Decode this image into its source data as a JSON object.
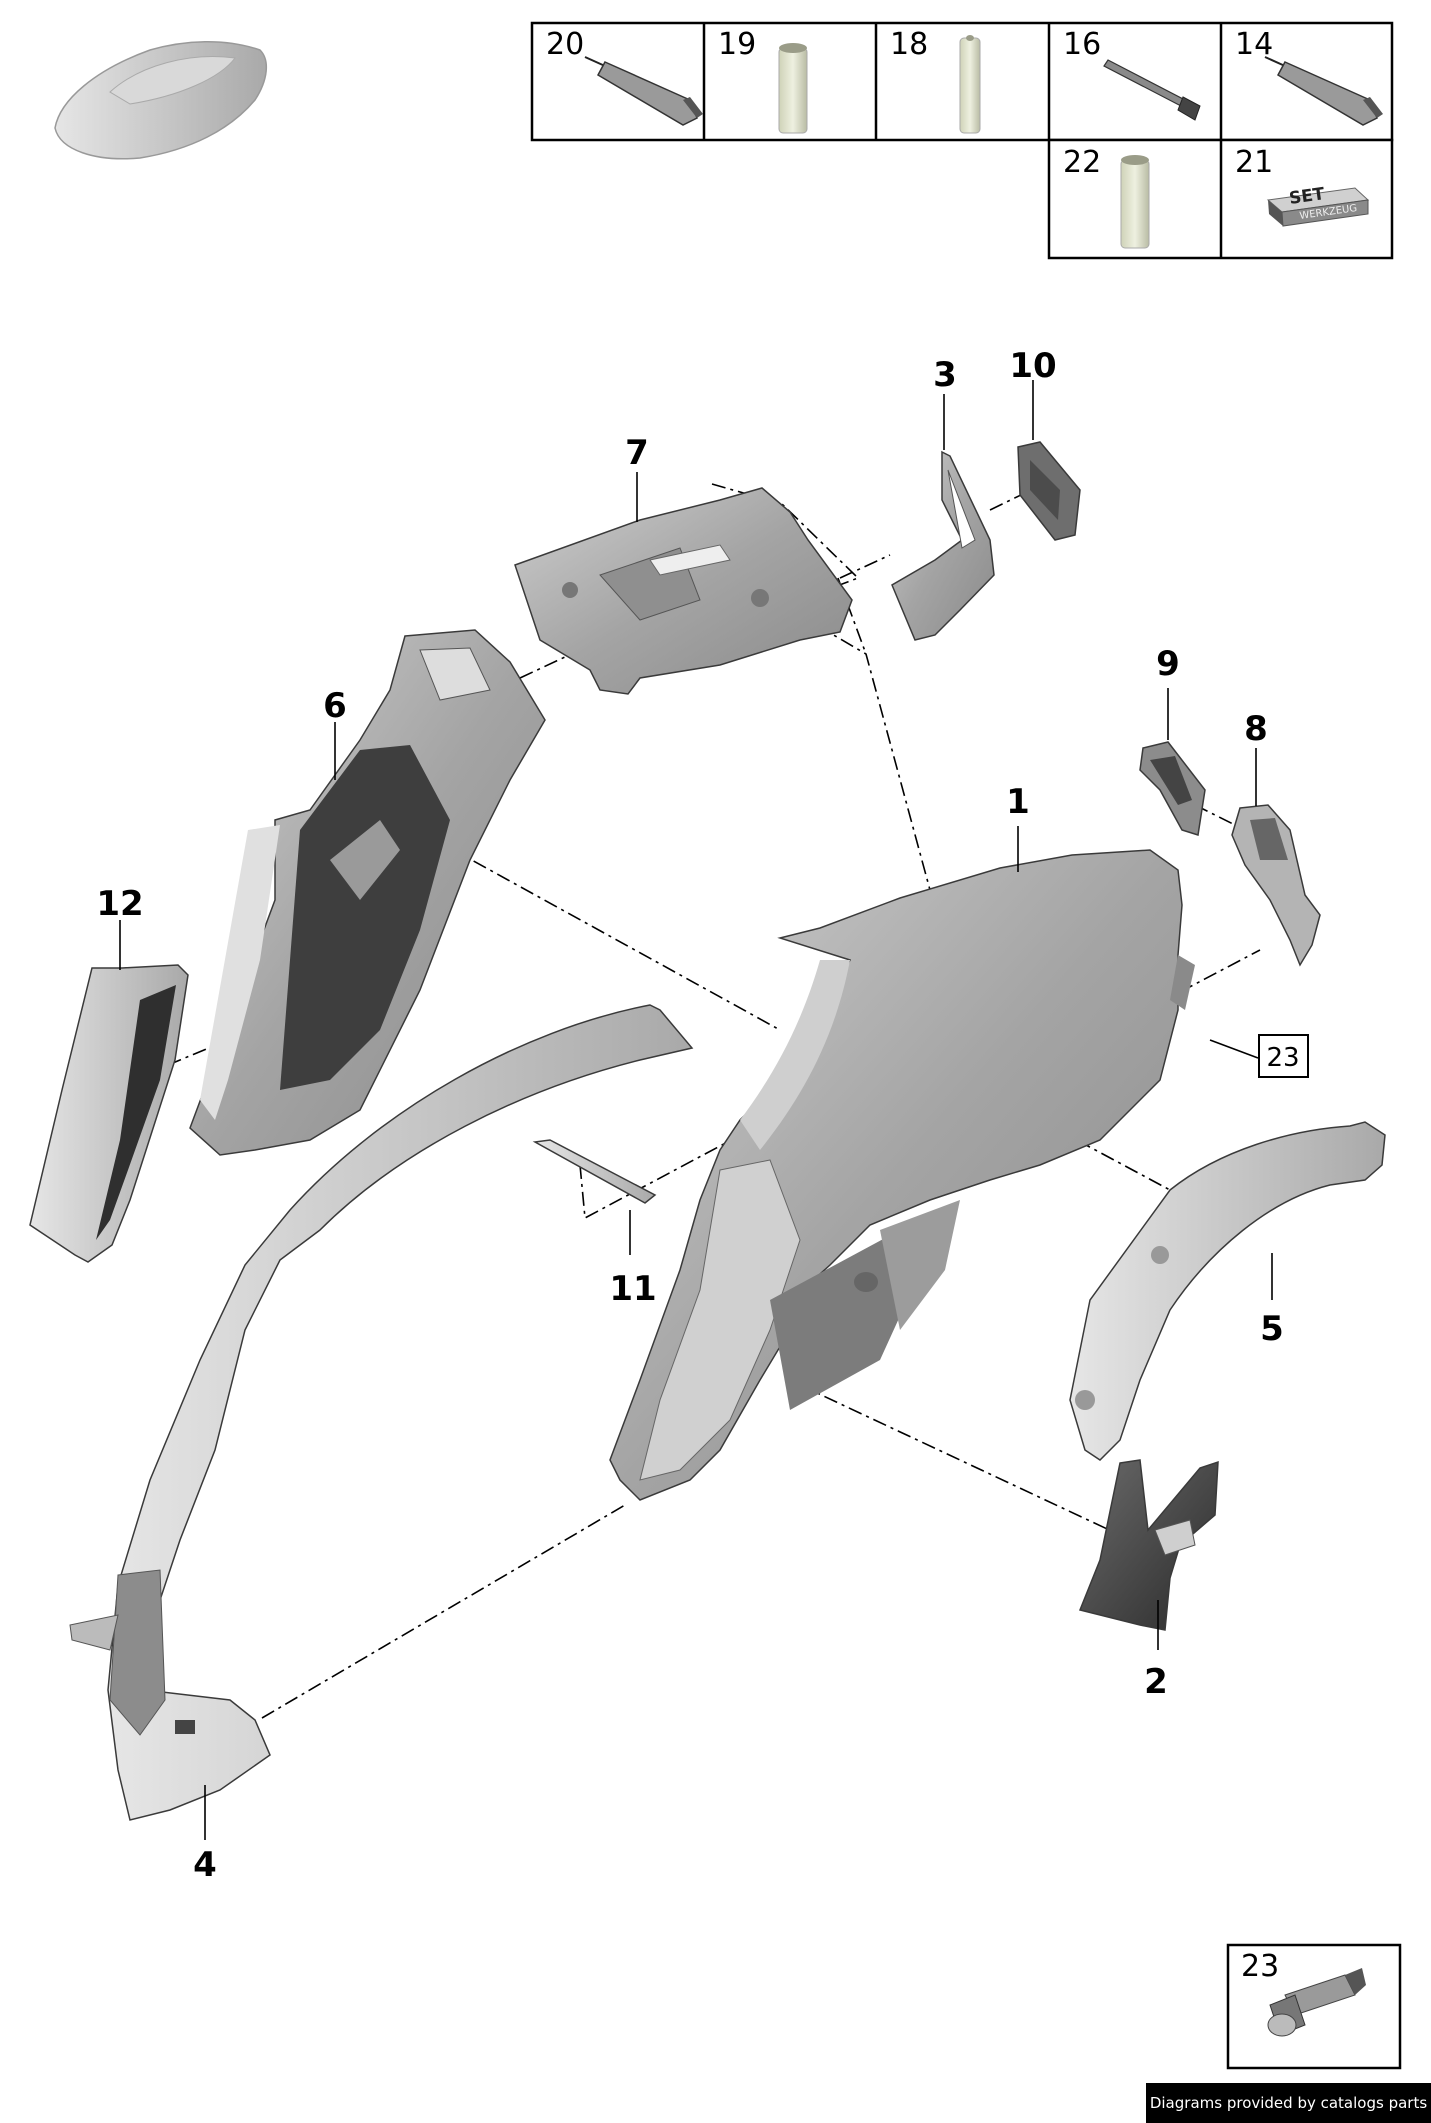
{
  "legend": {
    "row1": [
      "20",
      "19",
      "18",
      "16",
      "14"
    ],
    "row2": [
      "22",
      "21"
    ],
    "set_box_text": [
      "SET",
      "WERKZEUG"
    ]
  },
  "callouts": {
    "c1": "1",
    "c2": "2",
    "c3": "3",
    "c4": "4",
    "c5": "5",
    "c6": "6",
    "c7": "7",
    "c8": "8",
    "c9": "9",
    "c10": "10",
    "c11": "11",
    "c12": "12",
    "c23": "23"
  },
  "detail_box": {
    "number": "23"
  },
  "footer": {
    "text": "Diagrams provided by catalogs parts"
  },
  "colors": {
    "part_fill": "#a9a9a9",
    "part_dark": "#4a4a4a",
    "part_light": "#d4d4d4",
    "footer_bg": "#000000"
  }
}
